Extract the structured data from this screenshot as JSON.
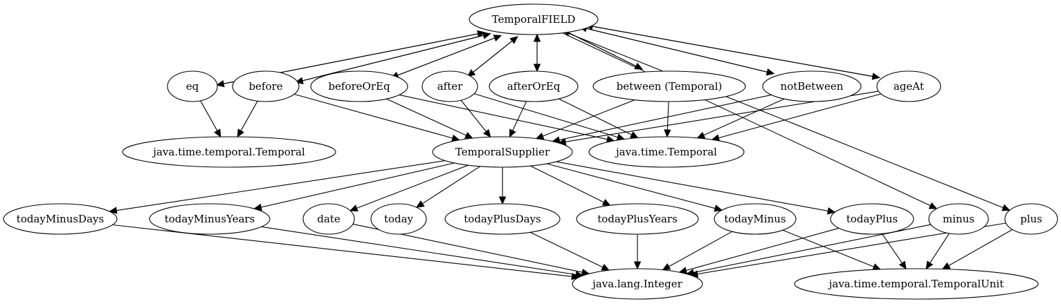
{
  "nodes": [
    {
      "id": "temporal_field",
      "label": "TemporalFIELD"
    },
    {
      "id": "eq",
      "label": "eq"
    },
    {
      "id": "before",
      "label": "before"
    },
    {
      "id": "before_or_eq",
      "label": "beforeOrEq"
    },
    {
      "id": "after",
      "label": "after"
    },
    {
      "id": "after_or_eq",
      "label": "afterOrEq"
    },
    {
      "id": "between_temporal",
      "label": "between (Temporal)"
    },
    {
      "id": "not_between",
      "label": "notBetween"
    },
    {
      "id": "age_at",
      "label": "ageAt"
    },
    {
      "id": "java_time_temporal_temporal",
      "label": "java.time.temporal.Temporal"
    },
    {
      "id": "temporal_supplier",
      "label": "TemporalSupplier"
    },
    {
      "id": "java_time_temporal",
      "label": "java.time.Temporal"
    },
    {
      "id": "today_minus_days",
      "label": "todayMinusDays"
    },
    {
      "id": "today_minus_years",
      "label": "todayMinusYears"
    },
    {
      "id": "date",
      "label": "date"
    },
    {
      "id": "today",
      "label": "today"
    },
    {
      "id": "today_plus_days",
      "label": "todayPlusDays"
    },
    {
      "id": "today_plus_years",
      "label": "todayPlusYears"
    },
    {
      "id": "today_minus",
      "label": "todayMinus"
    },
    {
      "id": "today_plus",
      "label": "todayPlus"
    },
    {
      "id": "minus",
      "label": "minus"
    },
    {
      "id": "plus",
      "label": "plus"
    },
    {
      "id": "java_lang_integer",
      "label": "java.lang.Integer"
    },
    {
      "id": "java_time_temporal_unit",
      "label": "java.time.temporal.TemporalUnit"
    }
  ],
  "edges": [
    {
      "from": "temporal_field",
      "to": "eq"
    },
    {
      "from": "eq",
      "to": "temporal_field"
    },
    {
      "from": "temporal_field",
      "to": "before"
    },
    {
      "from": "before",
      "to": "temporal_field"
    },
    {
      "from": "temporal_field",
      "to": "before_or_eq"
    },
    {
      "from": "before_or_eq",
      "to": "temporal_field"
    },
    {
      "from": "temporal_field",
      "to": "after"
    },
    {
      "from": "after",
      "to": "temporal_field"
    },
    {
      "from": "temporal_field",
      "to": "after_or_eq"
    },
    {
      "from": "after_or_eq",
      "to": "temporal_field"
    },
    {
      "from": "temporal_field",
      "to": "between_temporal"
    },
    {
      "from": "between_temporal",
      "to": "temporal_field"
    },
    {
      "from": "temporal_field",
      "to": "not_between"
    },
    {
      "from": "not_between",
      "to": "temporal_field"
    },
    {
      "from": "temporal_field",
      "to": "age_at"
    },
    {
      "from": "age_at",
      "to": "temporal_field"
    },
    {
      "from": "temporal_field",
      "to": "minus"
    },
    {
      "from": "temporal_field",
      "to": "plus"
    },
    {
      "from": "eq",
      "to": "java_time_temporal_temporal"
    },
    {
      "from": "before",
      "to": "java_time_temporal_temporal"
    },
    {
      "from": "before",
      "to": "temporal_supplier"
    },
    {
      "from": "before_or_eq",
      "to": "temporal_supplier"
    },
    {
      "from": "before_or_eq",
      "to": "java_time_temporal"
    },
    {
      "from": "after",
      "to": "temporal_supplier"
    },
    {
      "from": "after",
      "to": "java_time_temporal"
    },
    {
      "from": "after_or_eq",
      "to": "temporal_supplier"
    },
    {
      "from": "after_or_eq",
      "to": "java_time_temporal"
    },
    {
      "from": "between_temporal",
      "to": "temporal_supplier"
    },
    {
      "from": "between_temporal",
      "to": "java_time_temporal"
    },
    {
      "from": "not_between",
      "to": "temporal_supplier"
    },
    {
      "from": "not_between",
      "to": "java_time_temporal"
    },
    {
      "from": "age_at",
      "to": "temporal_supplier"
    },
    {
      "from": "age_at",
      "to": "java_time_temporal"
    },
    {
      "from": "temporal_supplier",
      "to": "today_minus_days"
    },
    {
      "from": "temporal_supplier",
      "to": "today_minus_years"
    },
    {
      "from": "temporal_supplier",
      "to": "date"
    },
    {
      "from": "temporal_supplier",
      "to": "today"
    },
    {
      "from": "temporal_supplier",
      "to": "today_plus_days"
    },
    {
      "from": "temporal_supplier",
      "to": "today_plus_years"
    },
    {
      "from": "temporal_supplier",
      "to": "today_minus"
    },
    {
      "from": "temporal_supplier",
      "to": "today_plus"
    },
    {
      "from": "today_minus_days",
      "to": "java_lang_integer"
    },
    {
      "from": "today_minus_years",
      "to": "java_lang_integer"
    },
    {
      "from": "date",
      "to": "java_lang_integer"
    },
    {
      "from": "today_plus_days",
      "to": "java_lang_integer"
    },
    {
      "from": "today_plus_years",
      "to": "java_lang_integer"
    },
    {
      "from": "today_minus",
      "to": "java_lang_integer"
    },
    {
      "from": "today_minus",
      "to": "java_time_temporal_unit"
    },
    {
      "from": "today_plus",
      "to": "java_lang_integer"
    },
    {
      "from": "today_plus",
      "to": "java_time_temporal_unit"
    },
    {
      "from": "minus",
      "to": "java_lang_integer"
    },
    {
      "from": "minus",
      "to": "java_time_temporal_unit"
    },
    {
      "from": "plus",
      "to": "java_lang_integer"
    },
    {
      "from": "plus",
      "to": "java_time_temporal_unit"
    }
  ]
}
